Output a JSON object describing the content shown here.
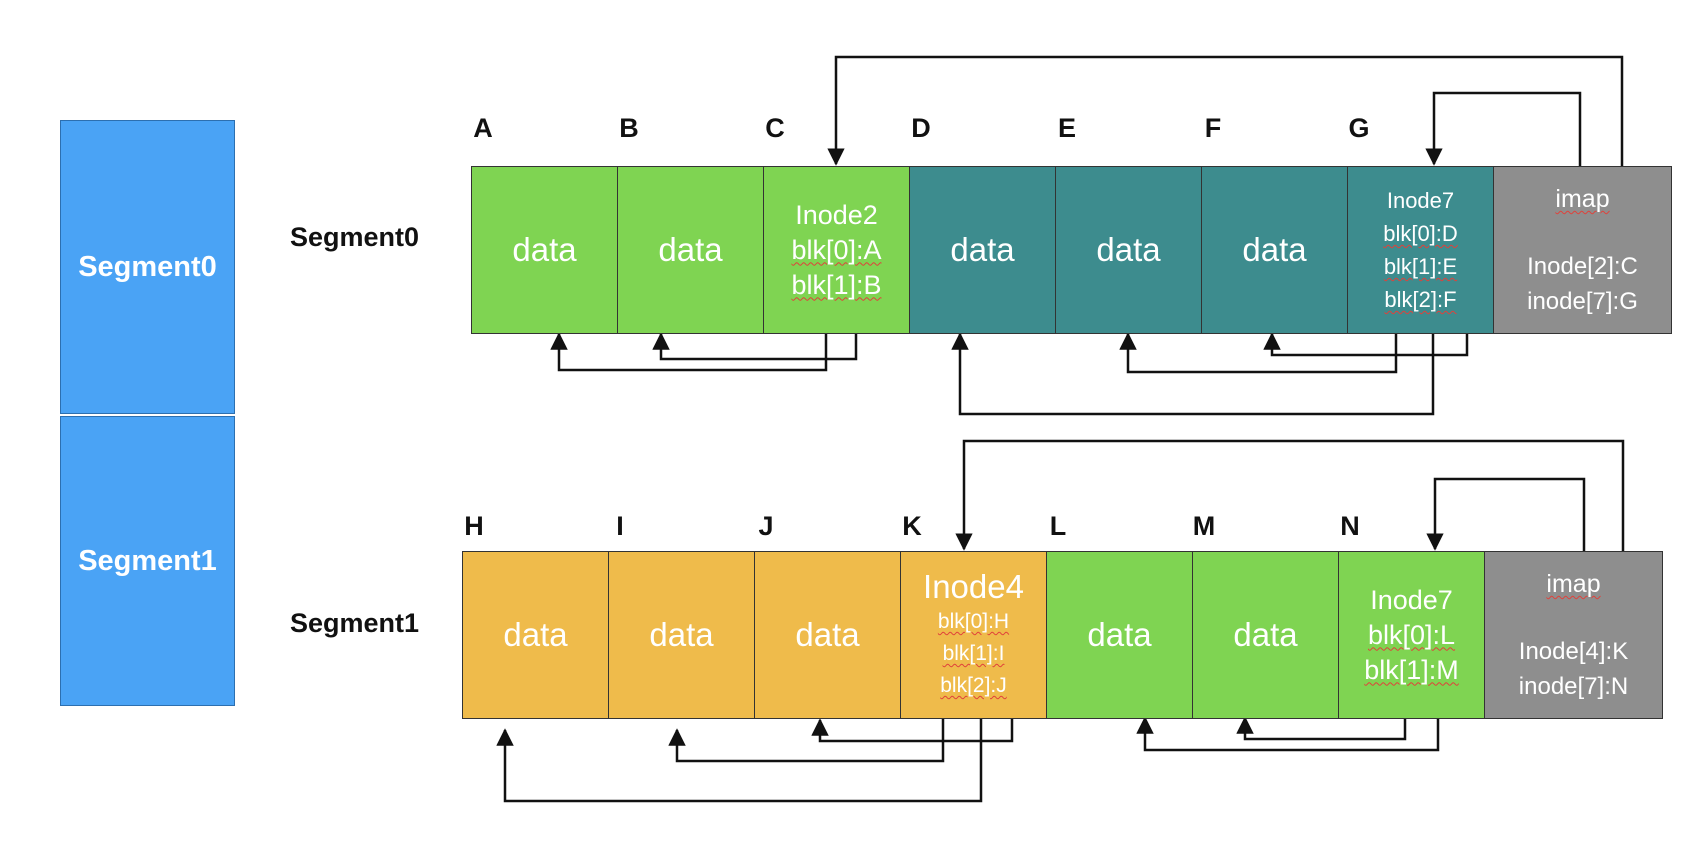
{
  "stack": {
    "segments": [
      "Segment0",
      "Segment1"
    ]
  },
  "rows": [
    {
      "label": "Segment0",
      "letters": [
        "A",
        "B",
        "C",
        "D",
        "E",
        "F",
        "G"
      ],
      "blocks": [
        {
          "kind": "data",
          "text": "data"
        },
        {
          "kind": "data",
          "text": "data"
        },
        {
          "kind": "inode",
          "title": "Inode2",
          "lines": [
            "blk[0]:A",
            "blk[1]:B"
          ]
        },
        {
          "kind": "data",
          "text": "data"
        },
        {
          "kind": "data",
          "text": "data"
        },
        {
          "kind": "data",
          "text": "data"
        },
        {
          "kind": "inode",
          "title": "Inode7",
          "lines": [
            "blk[0]:D",
            "blk[1]:E",
            "blk[2]:F"
          ]
        },
        {
          "kind": "imap",
          "title": "imap",
          "lines": [
            "Inode[2]:C",
            "inode[7]:G"
          ]
        }
      ]
    },
    {
      "label": "Segment1",
      "letters": [
        "H",
        "I",
        "J",
        "K",
        "L",
        "M",
        "N"
      ],
      "blocks": [
        {
          "kind": "data",
          "text": "data"
        },
        {
          "kind": "data",
          "text": "data"
        },
        {
          "kind": "data",
          "text": "data"
        },
        {
          "kind": "inode",
          "title": "Inode4",
          "lines": [
            "blk[0]:H",
            "blk[1]:I",
            "blk[2]:J"
          ]
        },
        {
          "kind": "data",
          "text": "data"
        },
        {
          "kind": "data",
          "text": "data"
        },
        {
          "kind": "inode",
          "title": "Inode7",
          "lines": [
            "blk[0]:L",
            "blk[1]:M"
          ]
        },
        {
          "kind": "imap",
          "title": "imap",
          "lines": [
            "Inode[4]:K",
            "inode[7]:N"
          ]
        }
      ]
    }
  ],
  "colors": {
    "segment_blue": "#4aa3f5",
    "green": "#7fd452",
    "teal": "#3d8c8e",
    "orange": "#efbb4b",
    "gray": "#8e8e8e",
    "arrow": "#111111"
  }
}
